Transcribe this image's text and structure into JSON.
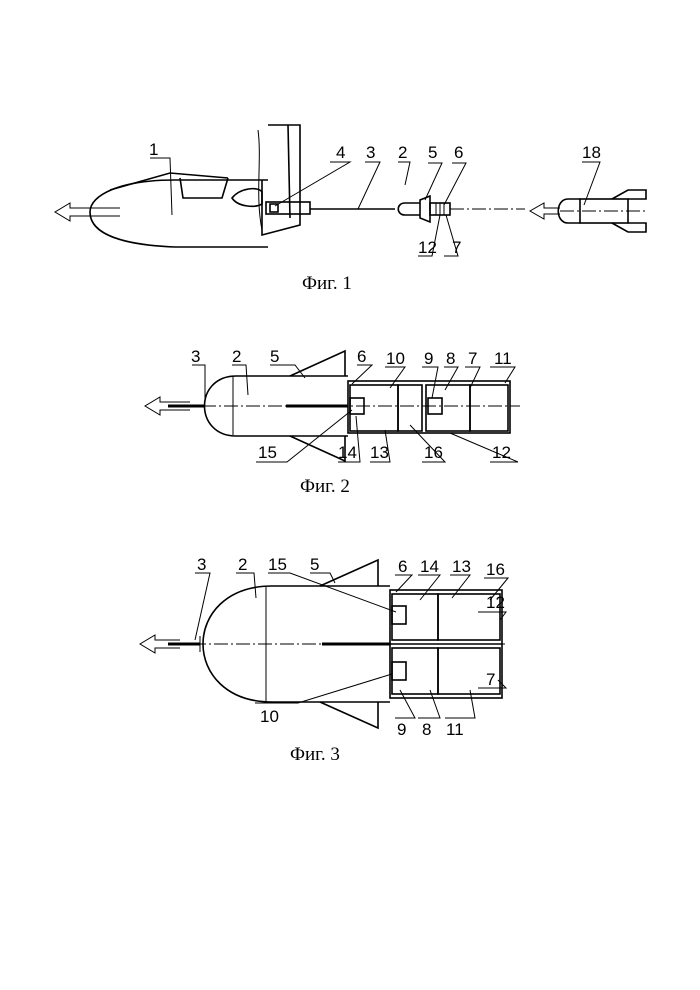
{
  "figures": [
    {
      "caption": "Фиг. 1",
      "labels": {
        "n1": "1",
        "n2": "2",
        "n3": "3",
        "n4": "4",
        "n5": "5",
        "n6": "6",
        "n7": "7",
        "n12": "12",
        "n18": "18"
      }
    },
    {
      "caption": "Фиг. 2",
      "labels": {
        "n2": "2",
        "n3": "3",
        "n5": "5",
        "n6": "6",
        "n7": "7",
        "n8": "8",
        "n9": "9",
        "n10": "10",
        "n11": "11",
        "n12": "12",
        "n13": "13",
        "n14": "14",
        "n15": "15",
        "n16": "16"
      }
    },
    {
      "caption": "Фиг. 3",
      "labels": {
        "n2": "2",
        "n3": "3",
        "n5": "5",
        "n6": "6",
        "n7": "7",
        "n8": "8",
        "n9": "9",
        "n10": "10",
        "n11": "11",
        "n12": "12",
        "n13": "13",
        "n14": "14",
        "n15": "15",
        "n16": "16"
      }
    }
  ]
}
